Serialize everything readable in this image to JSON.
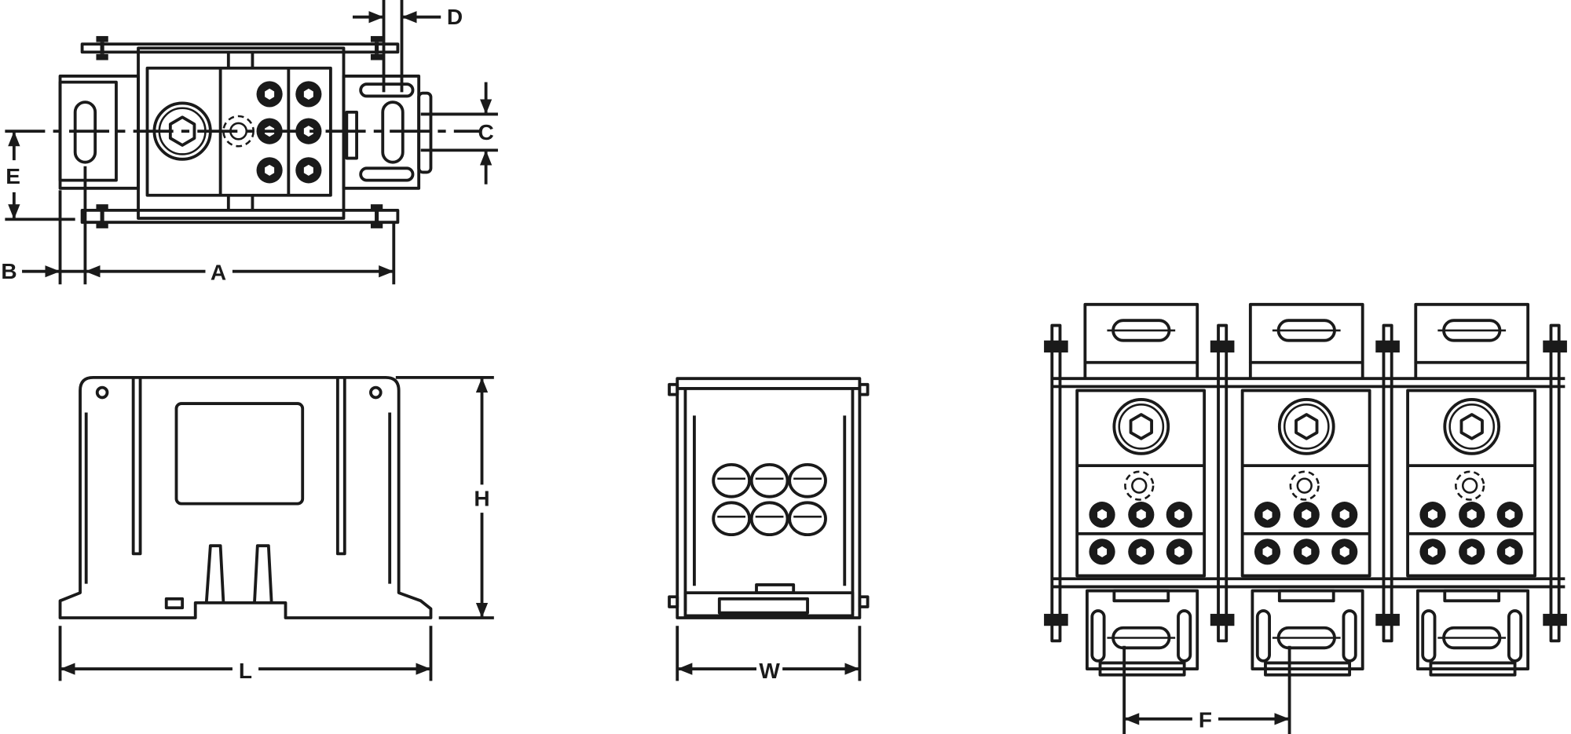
{
  "dimensions": {
    "A": "A",
    "B": "B",
    "C": "C",
    "D": "D",
    "E": "E",
    "H": "H",
    "L": "L",
    "W": "W",
    "F": "F"
  },
  "views": {
    "top": "top-view",
    "side": "side-view",
    "front": "front-view",
    "assembly": "three-module-assembly"
  },
  "assembly_module_count": 3,
  "line_color": "#1a1a1a"
}
